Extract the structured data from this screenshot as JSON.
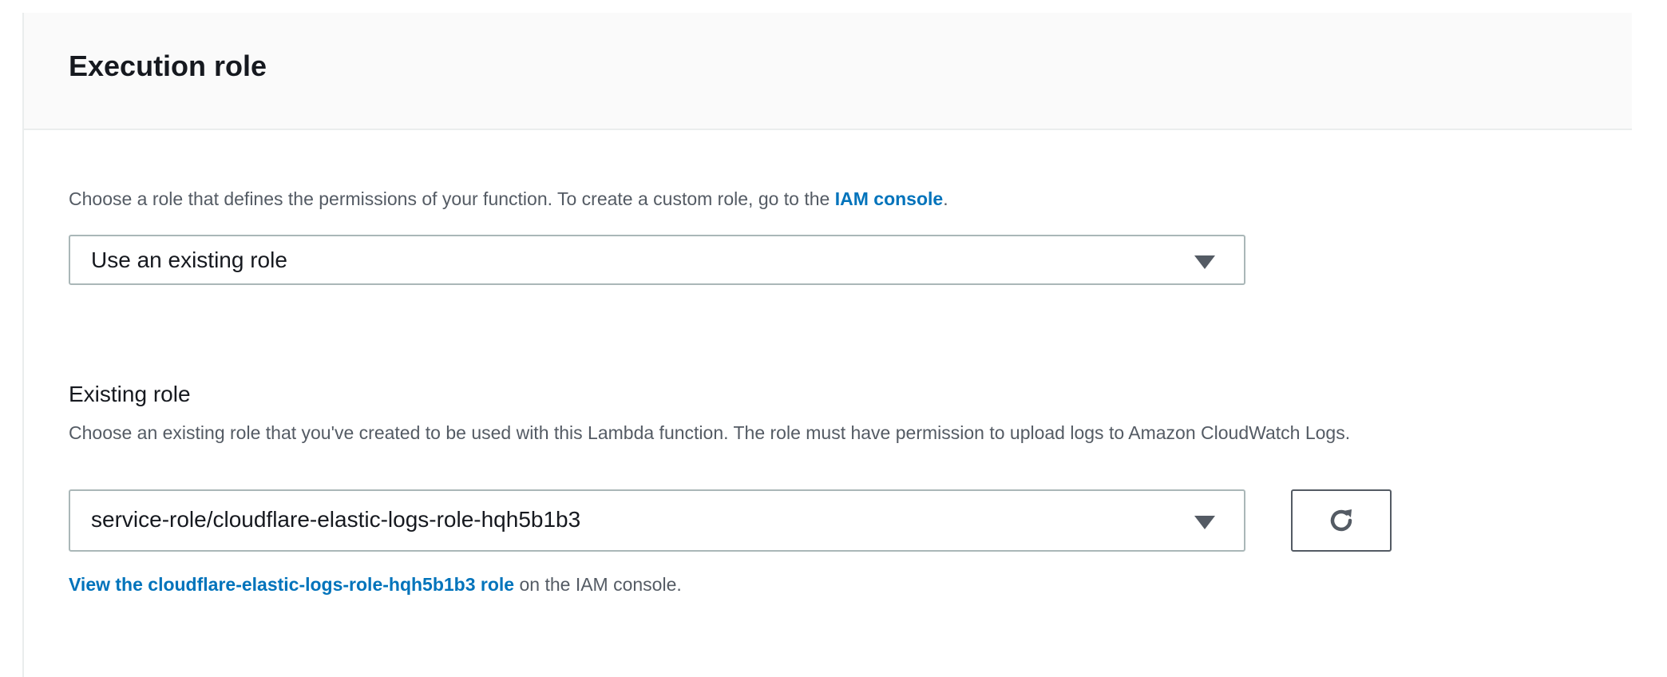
{
  "section": {
    "title": "Execution role",
    "description_prefix": "Choose a role that defines the permissions of your function. To create a custom role, go to the ",
    "description_link": "IAM console",
    "description_suffix": ".",
    "role_mode_select": {
      "value": "Use an existing role"
    },
    "existing_role": {
      "label": "Existing role",
      "description": "Choose an existing role that you've created to be used with this Lambda function. The role must have permission to upload logs to Amazon CloudWatch Logs.",
      "value": "service-role/cloudflare-elastic-logs-role-hqh5b1b3",
      "refresh_icon": "refresh-icon",
      "view_link": "View the cloudflare-elastic-logs-role-hqh5b1b3 role",
      "view_suffix": " on the IAM console."
    }
  },
  "colors": {
    "link": "#0073bb",
    "header_bg": "#fafafa",
    "text_secondary": "#545b64"
  }
}
